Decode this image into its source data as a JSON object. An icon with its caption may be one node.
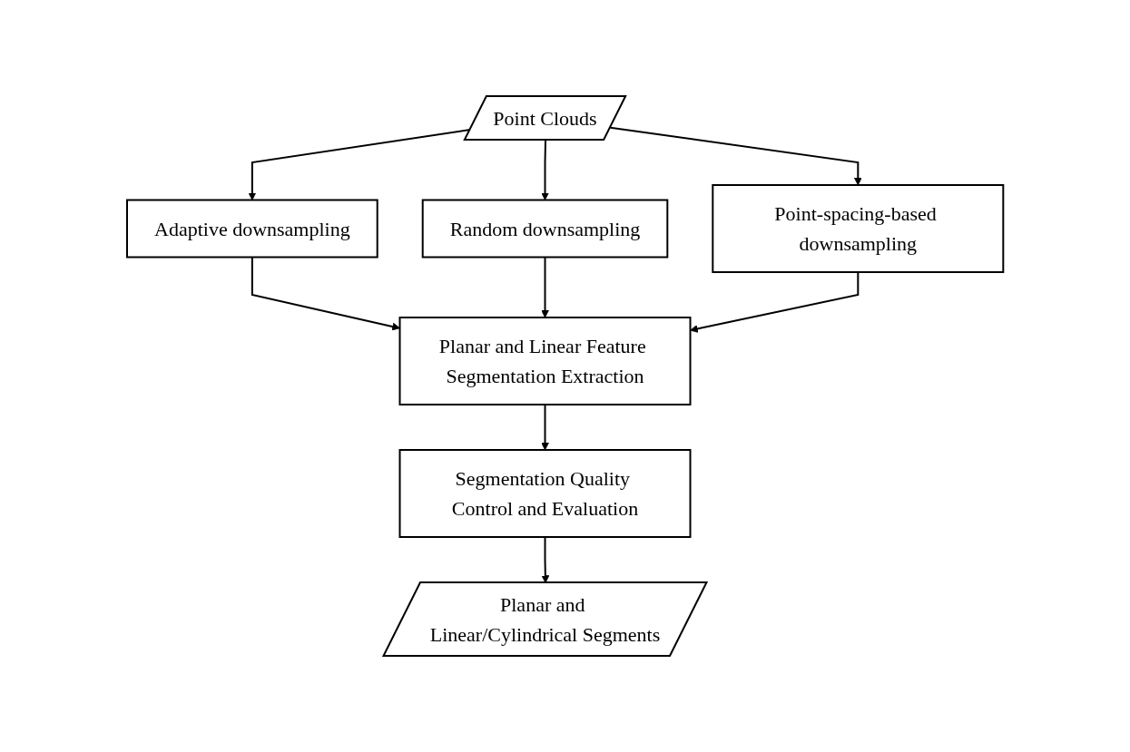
{
  "diagram": {
    "nodes": [
      {
        "text": [
          "Point Clouds"
        ]
      },
      {
        "text": [
          "Adaptive downsampling"
        ]
      },
      {
        "text": [
          "Random downsampling"
        ]
      },
      {
        "text": [
          "Point-spacing-based downsampling"
        ]
      },
      {
        "text": [
          "Planar and Linear Feature Segmentation Extraction"
        ]
      },
      {
        "text": [
          "Segmentation Quality Control and Evaluation"
        ]
      },
      {
        "text": [
          "Planar and Linear/Cylindrical Segments"
        ]
      }
    ],
    "edges": [
      {
        "from": 0,
        "to": 1,
        "arrow": "to"
      },
      {
        "from": 0,
        "to": 2,
        "arrow": "to"
      },
      {
        "from": 0,
        "to": 3,
        "arrow": "to"
      },
      {
        "from": 1,
        "to": 4,
        "arrow": "to"
      },
      {
        "from": 2,
        "to": 4,
        "arrow": "to"
      },
      {
        "from": 3,
        "to": 4,
        "arrow": "to"
      },
      {
        "from": 4,
        "to": 5,
        "arrow": "to"
      },
      {
        "from": 5,
        "to": 6,
        "arrow": "to"
      }
    ]
  }
}
